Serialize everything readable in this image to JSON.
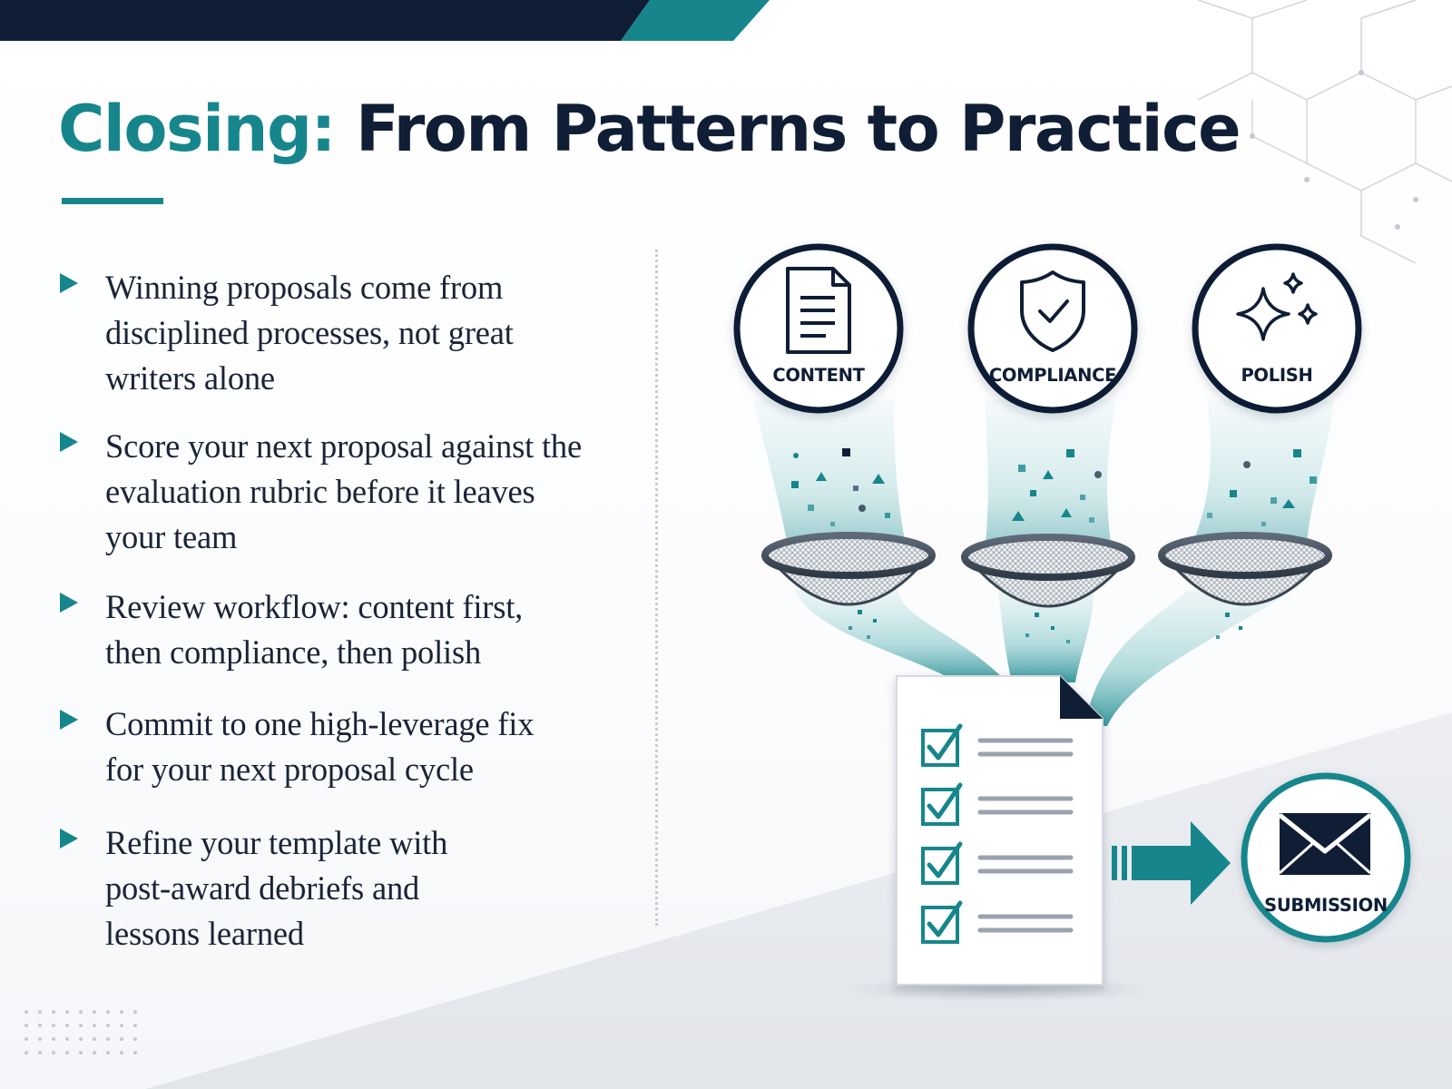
{
  "slide": {
    "title_prefix": "Closing:",
    "title_main": "From Patterns to Practice"
  },
  "bullets": [
    {
      "lines": [
        "Winning proposals come from",
        "disciplined processes, not great",
        "writers alone"
      ]
    },
    {
      "lines": [
        "Score your next proposal against the",
        "evaluation rubric before it leaves",
        "your team"
      ]
    },
    {
      "lines": [
        "Review workflow: content first,",
        "then compliance, then polish"
      ]
    },
    {
      "lines": [
        "Commit to one high-leverage fix",
        "for your next proposal cycle"
      ]
    },
    {
      "lines": [
        "Refine your template with",
        "post-award debriefs and",
        "lessons learned"
      ]
    }
  ],
  "diagram": {
    "stages": [
      {
        "label": "CONTENT",
        "icon": "document-icon"
      },
      {
        "label": "COMPLIANCE",
        "icon": "shield-check-icon"
      },
      {
        "label": "POLISH",
        "icon": "sparkle-icon"
      }
    ],
    "checklist_items": 4,
    "submission": {
      "label": "SUBMISSION",
      "icon": "envelope-icon"
    }
  },
  "colors": {
    "teal": "#16868c",
    "navy": "#0f1e35"
  }
}
